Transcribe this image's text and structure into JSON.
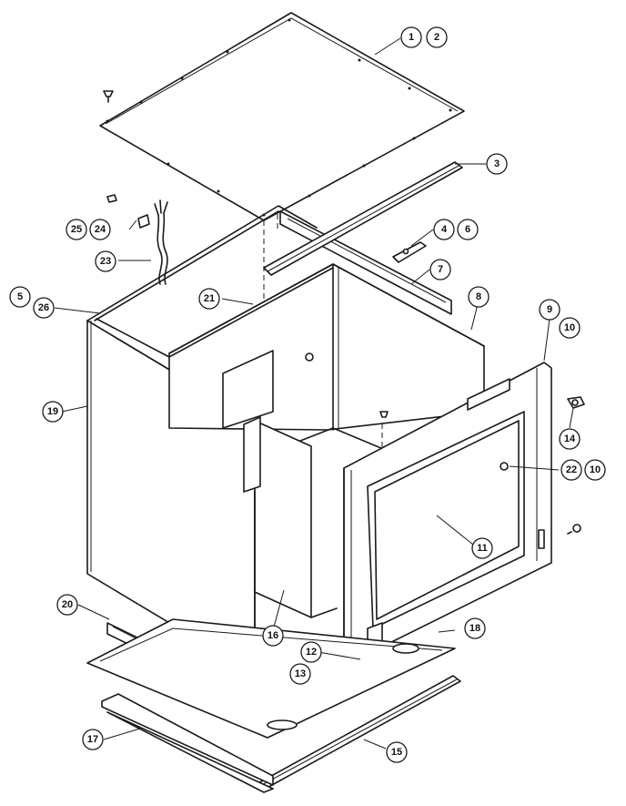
{
  "callouts": {
    "c1": "1",
    "c2": "2",
    "c3": "3",
    "c4": "4",
    "c5": "5",
    "c6": "6",
    "c7": "7",
    "c8": "8",
    "c9": "9",
    "c10a": "10",
    "c10b": "10",
    "c11": "11",
    "c12": "12",
    "c13": "13",
    "c14": "14",
    "c15": "15",
    "c16": "16",
    "c17": "17",
    "c18": "18",
    "c19": "19",
    "c20": "20",
    "c21": "21",
    "c22": "22",
    "c23": "23",
    "c24": "24",
    "c25": "25",
    "c26": "26"
  }
}
